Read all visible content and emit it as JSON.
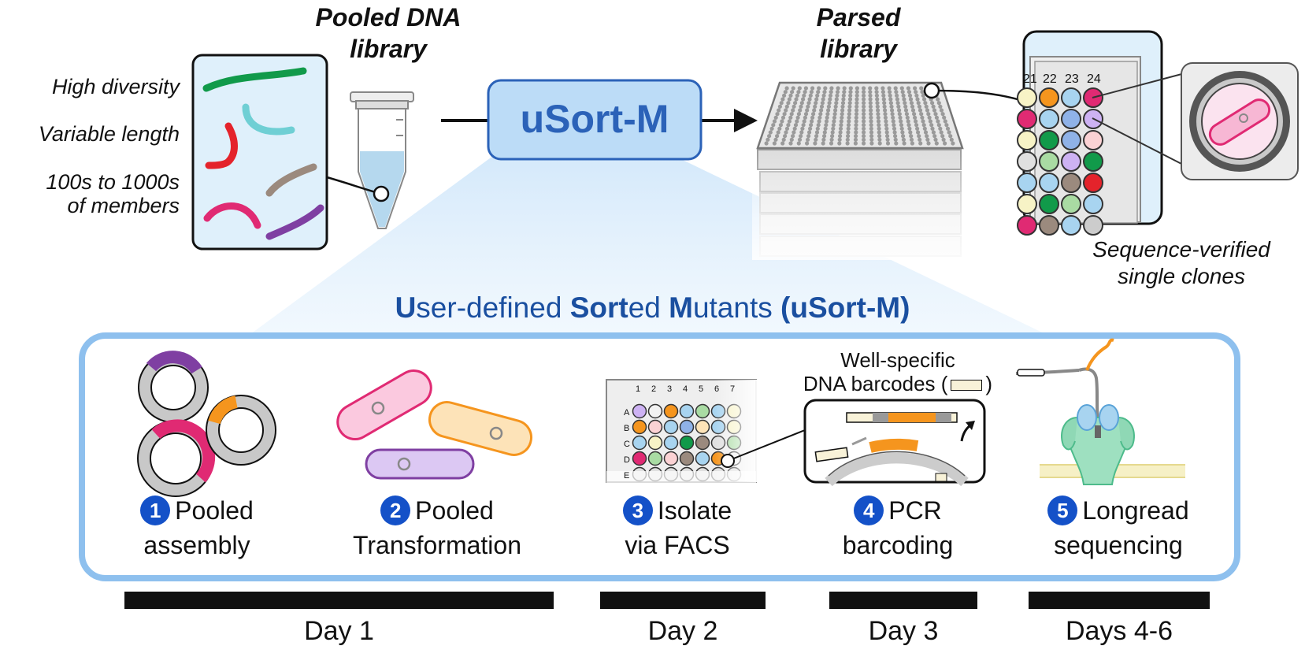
{
  "top": {
    "pooled_title_line1": "Pooled DNA",
    "pooled_title_line2": "library",
    "attr_diversity": "High diversity",
    "attr_length": "Variable length",
    "attr_members_line1": "100s to 1000s",
    "attr_members_line2": "of members",
    "usort_box_label": "uSort-M",
    "parsed_title_line1": "Parsed",
    "parsed_title_line2": "library",
    "zoom_columns": [
      "21",
      "22",
      "23",
      "24"
    ],
    "clones_line1": "Sequence-verified",
    "clones_line2": "single clones"
  },
  "banner": {
    "p1_bold": "U",
    "p1": "ser-defined ",
    "p2_bold": "Sort",
    "p2": "ed ",
    "p3_bold": "M",
    "p3": "utants ",
    "p4_bold": "(uSort-M)"
  },
  "workflow": {
    "barcode_note_line1": "Well-specific",
    "barcode_note_line2": "DNA barcodes (",
    "barcode_note_close": ")",
    "plate_columns": [
      "1",
      "2",
      "3",
      "4",
      "5",
      "6",
      "7"
    ],
    "plate_rows": [
      "A",
      "B",
      "C",
      "D",
      "E"
    ],
    "steps": [
      {
        "num": "1",
        "line1": "Pooled",
        "line2": "assembly"
      },
      {
        "num": "2",
        "line1": "Pooled",
        "line2": "Transformation"
      },
      {
        "num": "3",
        "line1": "Isolate",
        "line2": "via FACS"
      },
      {
        "num": "4",
        "line1": "PCR",
        "line2": "barcoding"
      },
      {
        "num": "5",
        "line1": "Longread",
        "line2": "sequencing"
      }
    ]
  },
  "timeline": {
    "days": [
      "Day 1",
      "Day 2",
      "Day 3",
      "Days 4-6"
    ]
  },
  "colors": {
    "accent_blue": "#1a4fa0",
    "panel_border": "#8ec0ee",
    "usort_fill": "#bcdcf7",
    "badge": "#1451c8"
  }
}
